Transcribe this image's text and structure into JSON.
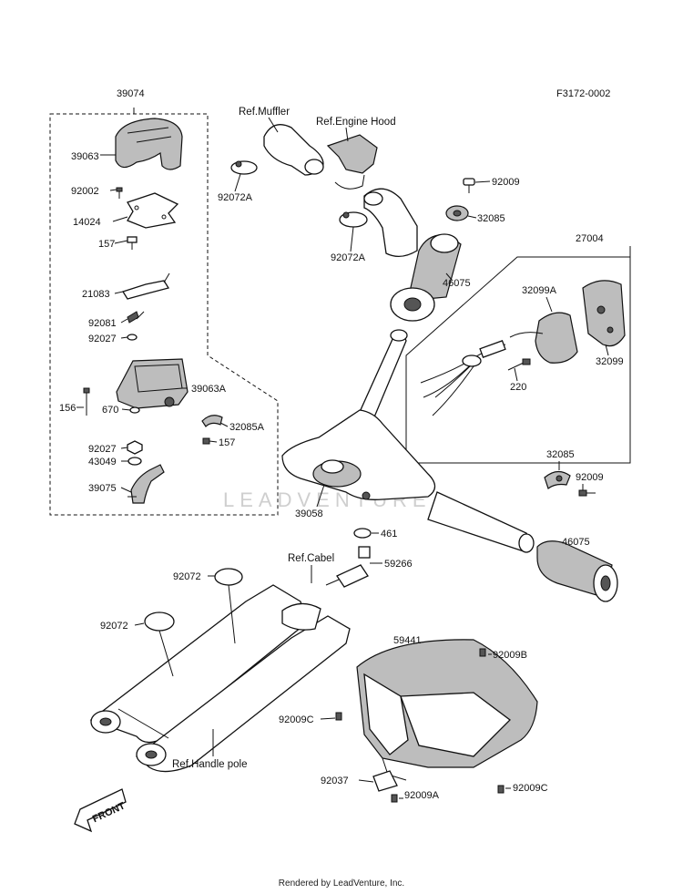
{
  "diagram_code": "F3172-0002",
  "watermark": "LEADVENTURE",
  "footer": "Rendered by LeadVenture, Inc.",
  "front_arrow": "FRONT",
  "refs": {
    "muffler": "Ref.Muffler",
    "engine_hood": "Ref.Engine Hood",
    "cabel": "Ref.Cabel",
    "handle_pole": "Ref.Handle pole"
  },
  "labels": {
    "p39074": "39074",
    "p39063": "39063",
    "p92002": "92002",
    "p14024": "14024",
    "p157a": "157",
    "p21083": "21083",
    "p92081": "92081",
    "p92027a": "92027",
    "p156": "156",
    "p39063A": "39063A",
    "p670": "670",
    "p32085A": "32085A",
    "p157b": "157",
    "p92027b": "92027",
    "p43049": "43049",
    "p39075": "39075",
    "p92072Aa": "92072A",
    "p92072Ab": "92072A",
    "p92009a": "92009",
    "p32085a": "32085",
    "p27004": "27004",
    "p46075a": "46075",
    "p32099A": "32099A",
    "p32099": "32099",
    "p220": "220",
    "p32085b": "32085",
    "p92009b": "92009",
    "p39058": "39058",
    "p461": "461",
    "p46075b": "46075",
    "p59266": "59266",
    "p92072a": "92072",
    "p92072b": "92072",
    "p59441": "59441",
    "p92009B": "92009B",
    "p92009Ca": "92009C",
    "p92037": "92037",
    "p92009A": "92009A",
    "p92009Cb": "92009C"
  }
}
